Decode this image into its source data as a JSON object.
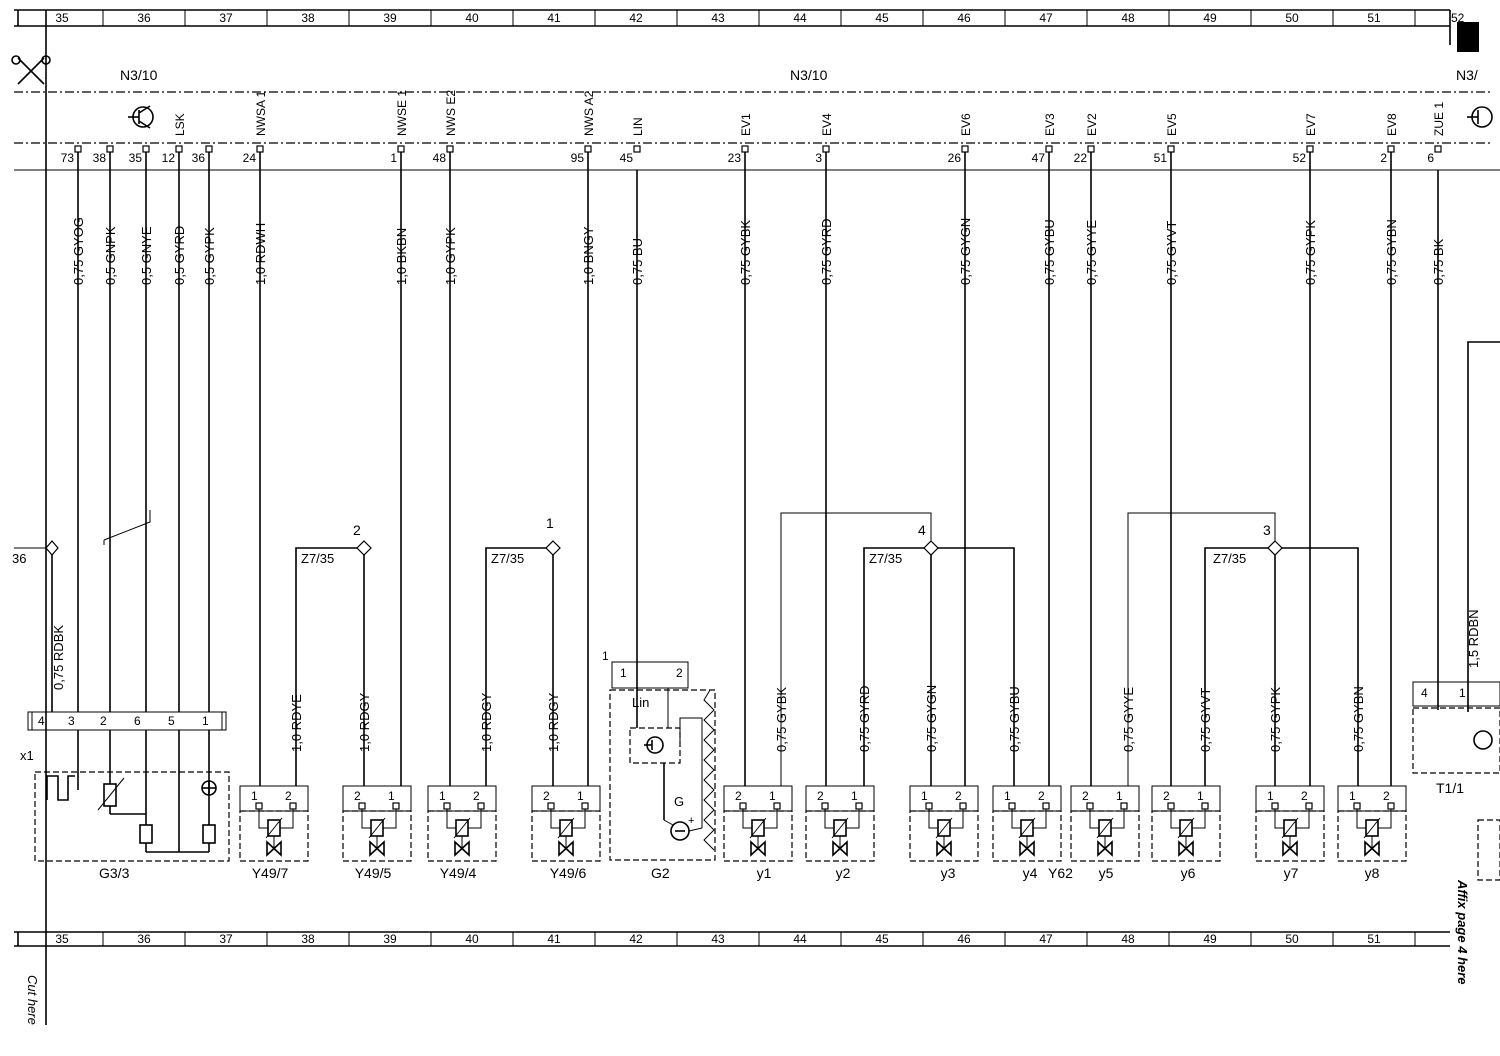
{
  "grid": {
    "first_label": "35",
    "columns": [
      "35",
      "36",
      "37",
      "38",
      "39",
      "40",
      "41",
      "42",
      "43",
      "44",
      "45",
      "46",
      "47",
      "48",
      "49",
      "50",
      "51"
    ],
    "edge_label": "52"
  },
  "header": {
    "module_left": "N3/10",
    "module_center": "N3/10",
    "module_right": "N3/"
  },
  "pins": [
    {
      "signal": "",
      "pin": "73",
      "wire": "0,75 GYOG"
    },
    {
      "signal": "",
      "pin": "38",
      "wire": "0,5 GNPK"
    },
    {
      "signal": "",
      "pin": "35",
      "wire": "0,5 GNYE"
    },
    {
      "signal": "LSK",
      "pin": "12",
      "wire": "0,5 GYRD"
    },
    {
      "signal": "",
      "pin": "36",
      "wire": "0,5 GYPK"
    },
    {
      "signal": "NWSA 1",
      "pin": "24",
      "wire": "1,0 RDWH"
    },
    {
      "signal": "NWSE 1",
      "pin": "1",
      "wire": "1,0 BKBN"
    },
    {
      "signal": "NWS E2",
      "pin": "48",
      "wire": "1,0 GYPK"
    },
    {
      "signal": "NWS A2",
      "pin": "95",
      "wire": "1,0 BNGY"
    },
    {
      "signal": "LIN",
      "pin": "45",
      "wire": "0,75 BU"
    },
    {
      "signal": "EV1",
      "pin": "23",
      "wire": "0,75 GYBK"
    },
    {
      "signal": "EV4",
      "pin": "3",
      "wire": "0,75 GYRD"
    },
    {
      "signal": "EV6",
      "pin": "26",
      "wire": "0,75 GYGN"
    },
    {
      "signal": "EV3",
      "pin": "47",
      "wire": "0,75 GYBU"
    },
    {
      "signal": "EV2",
      "pin": "22",
      "wire": "0,75 GYYE"
    },
    {
      "signal": "EV5",
      "pin": "51",
      "wire": "0,75 GYVT"
    },
    {
      "signal": "EV7",
      "pin": "52",
      "wire": "0,75 GYPK"
    },
    {
      "signal": "EV8",
      "pin": "2",
      "wire": "0,75 GYBN"
    },
    {
      "signal": "ZUE 1",
      "pin": "6",
      "wire": "0,75 BK"
    }
  ],
  "splices": {
    "z_label": "Z7/35",
    "nodes": [
      "2",
      "1",
      "4",
      "3"
    ],
    "ref_left": "36",
    "wire_left": "0,75 RDBK",
    "wire_right": "1,5 RDBN"
  },
  "lower_wires": [
    "1,0 RDYE",
    "1,0 RDGY",
    "1,0 RDGY",
    "1,0 RDGY",
    "0,75 GYBK",
    "0,75 GYRD",
    "0,75 GYGN",
    "0,75 GYBU",
    "0,75 GYYE",
    "0,75 GYVT",
    "0,75 GYPK",
    "0,75 GYBN"
  ],
  "components": {
    "x1": {
      "label": "x1",
      "pins": [
        "4",
        "3",
        "2",
        "6",
        "5",
        "1"
      ]
    },
    "g3": "G3/3",
    "valves": [
      "Y49/7",
      "Y49/5",
      "Y49/4",
      "Y49/6",
      "y1",
      "y2",
      "y3",
      "y4",
      "y5",
      "y6",
      "y7",
      "y8"
    ],
    "valve_pins": [
      [
        "1",
        "2"
      ],
      [
        "2",
        "1"
      ],
      [
        "1",
        "2"
      ],
      [
        "2",
        "1"
      ],
      [
        "2",
        "1"
      ],
      [
        "2",
        "1"
      ],
      [
        "1",
        "2"
      ],
      [
        "1",
        "2"
      ],
      [
        "2",
        "1"
      ],
      [
        "2",
        "1"
      ],
      [
        "1",
        "2"
      ],
      [
        "1",
        "2"
      ]
    ],
    "y62": "Y62",
    "g2": {
      "label": "G2",
      "conn": "1",
      "pins": [
        "1",
        "2"
      ],
      "lin": "Lin",
      "g": "G"
    },
    "t1": {
      "label": "T1/1",
      "pins": [
        "4",
        "1"
      ]
    }
  },
  "notes": {
    "cut": "Cut here",
    "affix": "Affix page 4 here"
  }
}
